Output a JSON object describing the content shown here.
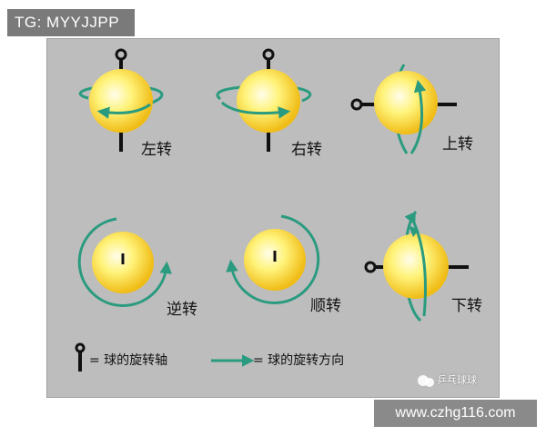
{
  "top_label": "TG: MYYJJPP",
  "bottom_label": "www.czhg116.com",
  "watermark": "乒乓球球",
  "captions": {
    "left_spin": "左转",
    "right_spin": "右转",
    "top_spin": "上转",
    "counter_spin": "逆转",
    "clockwise_spin": "顺转",
    "back_spin": "下转"
  },
  "legend": {
    "axis": "= 球的旋转轴",
    "direction": "= 球的旋转方向"
  },
  "colors": {
    "panel_bg": "#bdbdbd",
    "ball_core": "#fffce0",
    "ball_edge": "#f2c21b",
    "arrow": "#2a9b7f",
    "axis": "#111111"
  }
}
